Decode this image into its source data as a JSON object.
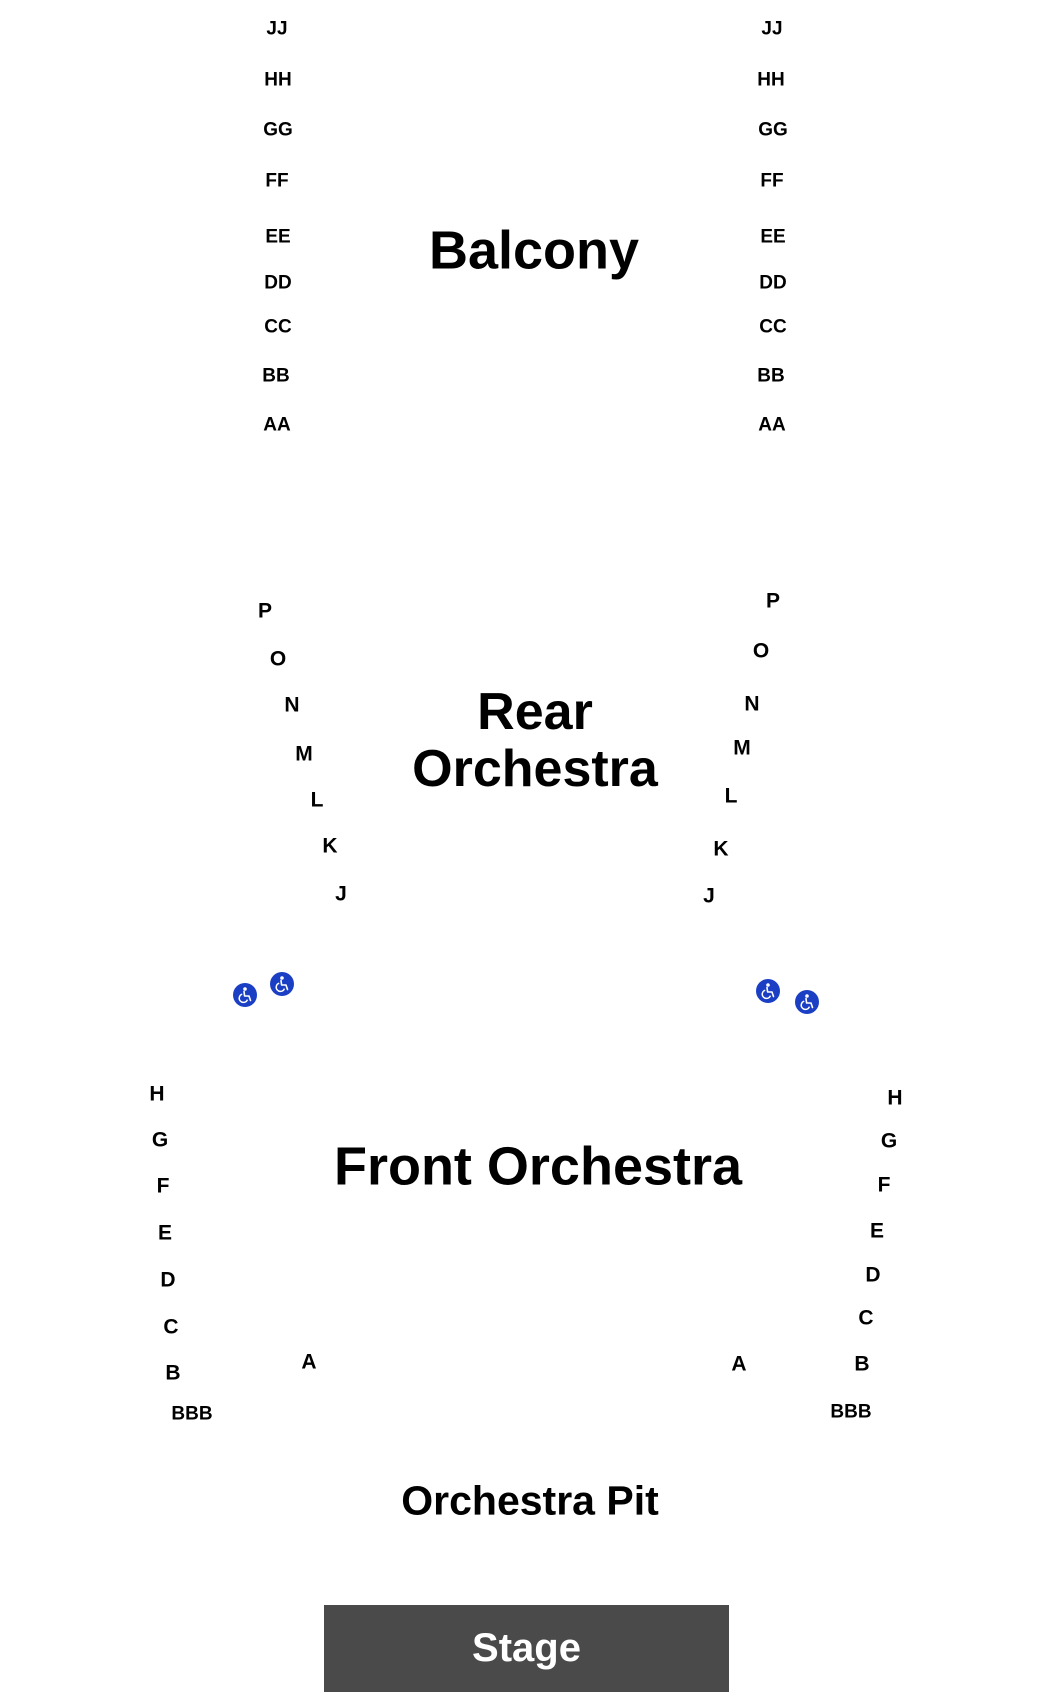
{
  "sections": {
    "balcony": "Balcony",
    "rear_line1": "Rear",
    "rear_line2": "Orchestra",
    "front": "Front Orchestra",
    "pit": "Orchestra Pit",
    "stage": "Stage"
  },
  "rows": {
    "balcony_left": [
      "JJ",
      "HH",
      "GG",
      "FF",
      "EE",
      "DD",
      "CC",
      "BB",
      "AA"
    ],
    "balcony_right": [
      "JJ",
      "HH",
      "GG",
      "FF",
      "EE",
      "DD",
      "CC",
      "BB",
      "AA"
    ],
    "rear_left": [
      "P",
      "O",
      "N",
      "M",
      "L",
      "K",
      "J"
    ],
    "rear_right": [
      "P",
      "O",
      "N",
      "M",
      "L",
      "K",
      "J"
    ],
    "front_left": [
      "H",
      "G",
      "F",
      "E",
      "D",
      "C",
      "B",
      "BBB"
    ],
    "front_right": [
      "H",
      "G",
      "F",
      "E",
      "D",
      "C",
      "B",
      "BBB"
    ],
    "front_inner_left": "A",
    "front_inner_right": "A"
  },
  "accessibility": {
    "icon": "wheelchair-icon",
    "color": "#1a3fc4"
  },
  "colors": {
    "stage": "#4a4a4a",
    "stage_text": "#ffffff"
  }
}
